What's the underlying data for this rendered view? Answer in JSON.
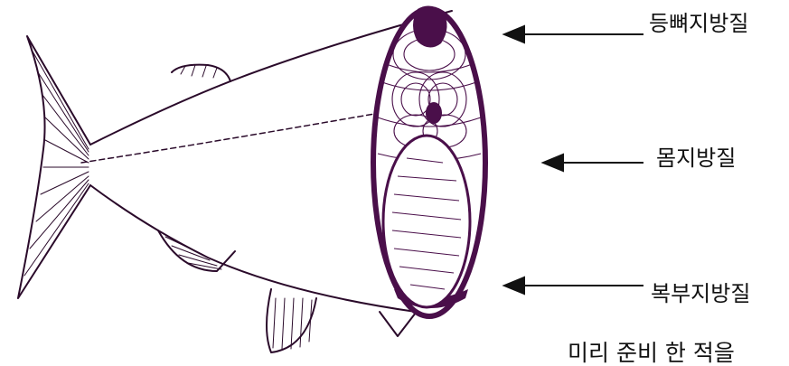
{
  "labels": {
    "back_fat": "등뼈지방질",
    "body_fat": "몸지방질",
    "belly_fat": "복부지방질"
  },
  "caption": "미리 준비 한 적을",
  "colors": {
    "fat_purple": "#4a0f4a",
    "line": "#2a0a2a",
    "background": "#ffffff"
  }
}
